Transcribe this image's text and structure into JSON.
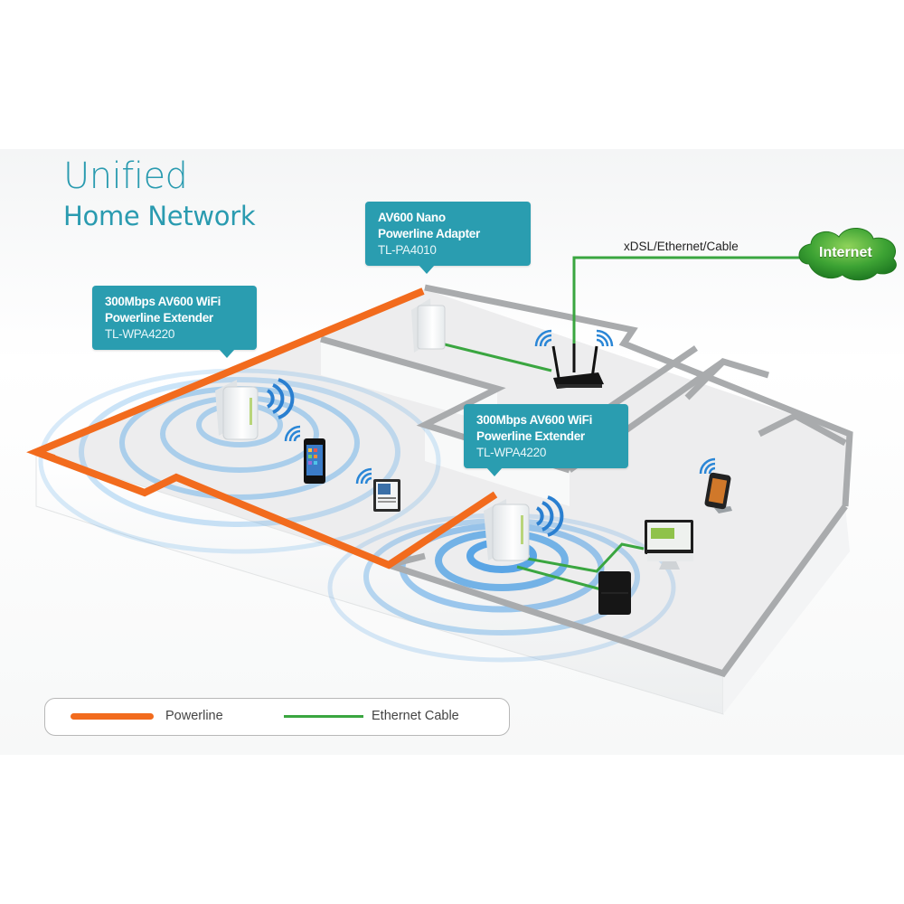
{
  "title": {
    "line1": "Unified",
    "line2": "Home Network"
  },
  "callouts": [
    {
      "id": "nano-adapter",
      "line1": "AV600 Nano",
      "line2": "Powerline Adapter",
      "model": "TL-PA4010"
    },
    {
      "id": "extender-left",
      "line1": "300Mbps AV600 WiFi",
      "line2": "Powerline Extender",
      "model": "TL-WPA4220"
    },
    {
      "id": "extender-right",
      "line1": "300Mbps AV600 WiFi",
      "line2": "Powerline Extender",
      "model": "TL-WPA4220"
    }
  ],
  "internet": {
    "connection_label": "xDSL/Ethernet/Cable",
    "cloud_label": "Internet"
  },
  "legend": {
    "powerline_label": "Powerline",
    "ethernet_label": "Ethernet Cable"
  },
  "colors": {
    "accent_teal": "#2a9db0",
    "powerline_orange": "#f26b1d",
    "ethernet_green": "#3aa640",
    "wifi_blue": "#2a86d6",
    "wall_gray": "#a9abad",
    "cloud_green": "#2f9a2c"
  },
  "devices": [
    {
      "type": "powerline-adapter",
      "model": "TL-PA4010"
    },
    {
      "type": "wifi-router"
    },
    {
      "type": "wifi-extender",
      "model": "TL-WPA4220"
    },
    {
      "type": "wifi-extender",
      "model": "TL-WPA4220"
    },
    {
      "type": "smartphone"
    },
    {
      "type": "tablet"
    },
    {
      "type": "smartphone-dock"
    },
    {
      "type": "desktop-monitor"
    },
    {
      "type": "game-console"
    }
  ]
}
